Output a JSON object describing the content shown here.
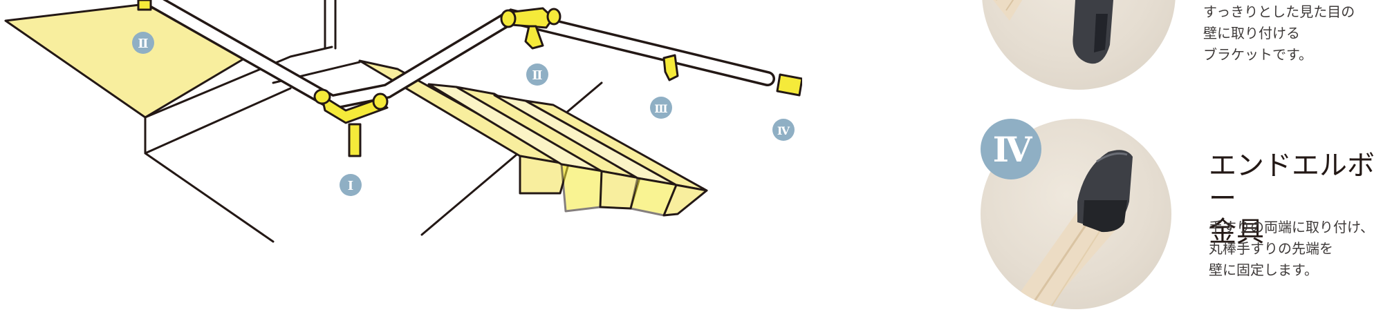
{
  "diagram": {
    "labels": {
      "landing": "Ⅱ",
      "corner": "Ⅰ",
      "mid_elbow": "Ⅱ",
      "bracket": "Ⅲ",
      "end_cap": "Ⅳ"
    }
  },
  "products": [
    {
      "description": "すっきりとした見た目の\n壁に取り付ける\nブラケットです。"
    },
    {
      "badge": "Ⅳ",
      "title": "エンドエルボー\n金具",
      "description": "手すりの両端に取り付け、\n丸棒手すりの先端を\n壁に固定します。"
    }
  ],
  "colors": {
    "accent_yellow": "#f5ea3a",
    "floor_yellow": "#f8ee9e",
    "badge_blue": "#8fafc4",
    "wood": "#ecdcc4",
    "metal": "#3d3f45"
  }
}
